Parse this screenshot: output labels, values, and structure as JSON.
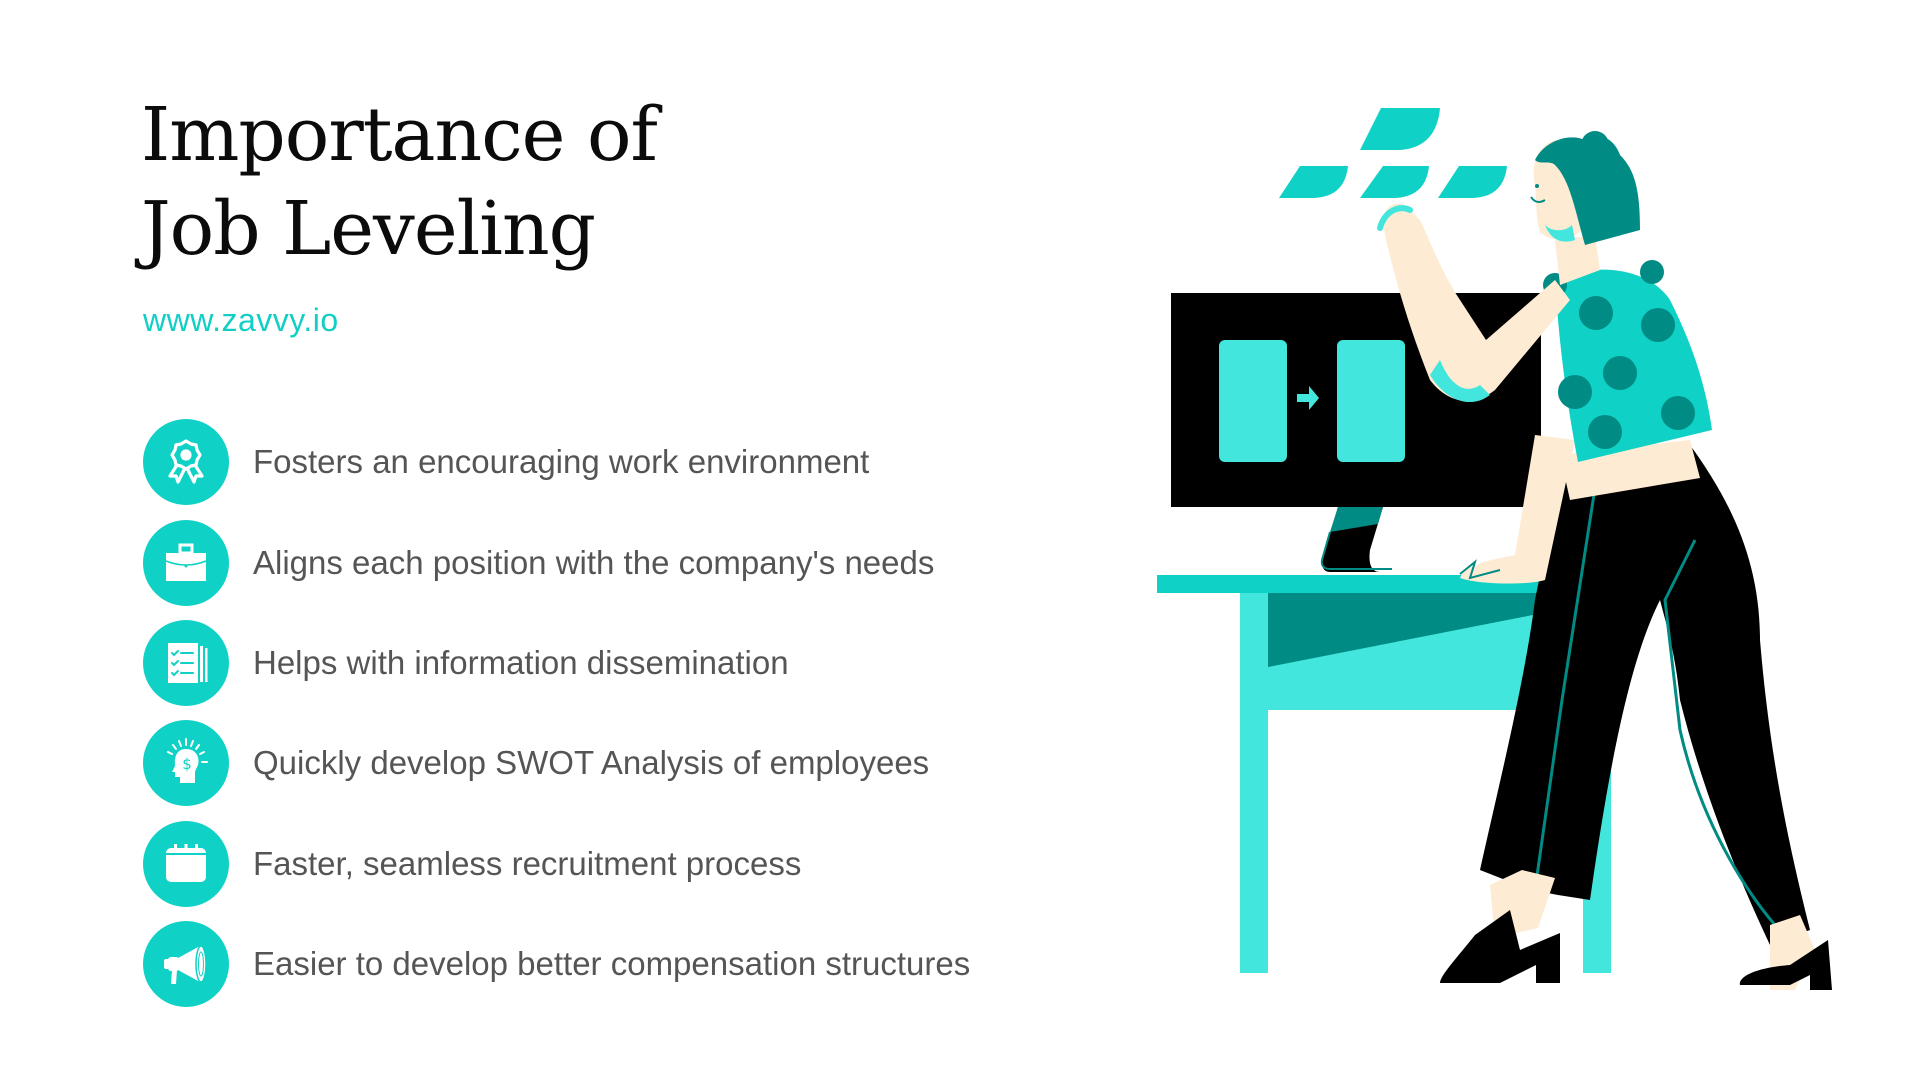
{
  "header": {
    "title_line1": "Importance of",
    "title_line2": "Job Leveling",
    "url": "www.zavvy.io"
  },
  "benefits": [
    {
      "icon": "award-ribbon-icon",
      "label": "Fosters an encouraging work environment"
    },
    {
      "icon": "briefcase-icon",
      "label": "Aligns each position with the company's needs"
    },
    {
      "icon": "checklist-document-icon",
      "label": "Helps with information dissemination"
    },
    {
      "icon": "head-dollar-idea-icon",
      "label": "Quickly develop SWOT Analysis of employees"
    },
    {
      "icon": "calendar-icon",
      "label": "Faster, seamless recruitment process"
    },
    {
      "icon": "megaphone-icon",
      "label": "Easier to develop better compensation structures"
    }
  ],
  "colors": {
    "accent": "#0fd1c5",
    "accent_light": "#42e6dc",
    "accent_dark": "#008b84",
    "text": "#555555",
    "title": "#0b0b0b",
    "skin": "#fdebd3",
    "black": "#000000"
  },
  "illustration": {
    "subject": "woman-arranging-tiles-at-desk-illustration"
  }
}
